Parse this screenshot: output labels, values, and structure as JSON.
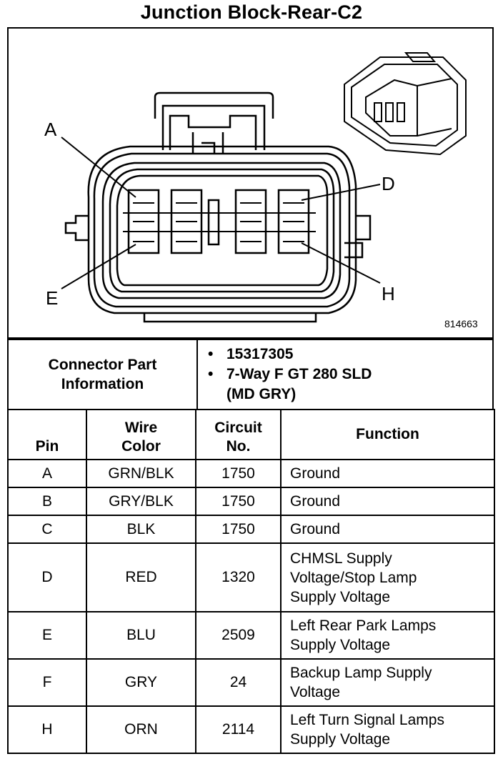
{
  "title": "Junction Block-Rear-C2",
  "diagram": {
    "reference_number": "814663",
    "labels": [
      "A",
      "D",
      "E",
      "H"
    ]
  },
  "connector_info": {
    "label_line1": "Connector Part",
    "label_line2": "Information",
    "part_number": "15317305",
    "description_line1": "7-Way F GT 280 SLD",
    "description_line2": "(MD GRY)"
  },
  "table": {
    "headers": {
      "pin": "Pin",
      "wire_color_line1": "Wire",
      "wire_color_line2": "Color",
      "circuit_line1": "Circuit",
      "circuit_line2": "No.",
      "function": "Function"
    },
    "rows": [
      {
        "pin": "A",
        "wire": "GRN/BLK",
        "circuit": "1750",
        "function": [
          "Ground"
        ]
      },
      {
        "pin": "B",
        "wire": "GRY/BLK",
        "circuit": "1750",
        "function": [
          "Ground"
        ]
      },
      {
        "pin": "C",
        "wire": "BLK",
        "circuit": "1750",
        "function": [
          "Ground"
        ]
      },
      {
        "pin": "D",
        "wire": "RED",
        "circuit": "1320",
        "function": [
          "CHMSL Supply",
          "Voltage/Stop Lamp",
          "Supply Voltage"
        ]
      },
      {
        "pin": "E",
        "wire": "BLU",
        "circuit": "2509",
        "function": [
          "Left Rear Park Lamps",
          "Supply Voltage"
        ]
      },
      {
        "pin": "F",
        "wire": "GRY",
        "circuit": "24",
        "function": [
          "Backup Lamp Supply",
          "Voltage"
        ]
      },
      {
        "pin": "H",
        "wire": "ORN",
        "circuit": "2114",
        "function": [
          "Left Turn Signal Lamps",
          "Supply Voltage"
        ]
      }
    ]
  }
}
